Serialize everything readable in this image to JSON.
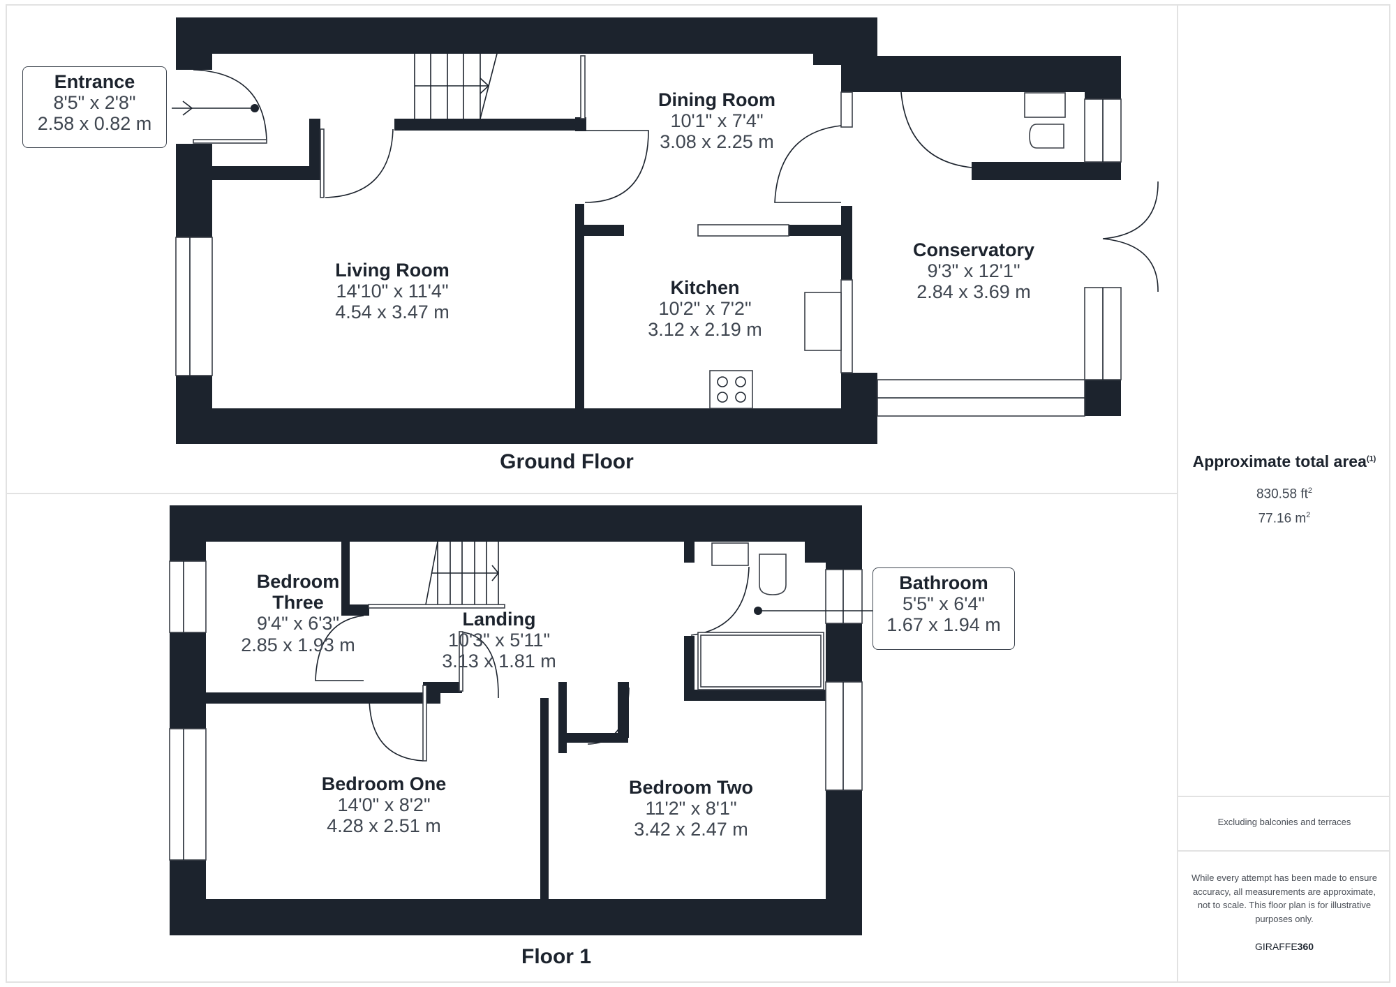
{
  "floors": {
    "ground": {
      "title": "Ground Floor",
      "rooms": {
        "entrance": {
          "name": "Entrance",
          "imperial": "8'5\" x 2'8\"",
          "metric": "2.58 x 0.82 m"
        },
        "living_room": {
          "name": "Living Room",
          "imperial": "14'10\" x 11'4\"",
          "metric": "4.54 x 3.47 m"
        },
        "dining_room": {
          "name": "Dining Room",
          "imperial": "10'1\" x 7'4\"",
          "metric": "3.08 x 2.25 m"
        },
        "kitchen": {
          "name": "Kitchen",
          "imperial": "10'2\" x 7'2\"",
          "metric": "3.12 x 2.19 m"
        },
        "conservatory": {
          "name": "Conservatory",
          "imperial": "9'3\" x 12'1\"",
          "metric": "2.84 x 3.69 m"
        }
      }
    },
    "first": {
      "title": "Floor 1",
      "rooms": {
        "bedroom_three": {
          "name_line1": "Bedroom",
          "name_line2": "Three",
          "imperial": "9'4\" x 6'3\"",
          "metric": "2.85 x 1.93 m"
        },
        "landing": {
          "name": "Landing",
          "imperial": "10'3\" x 5'11\"",
          "metric": "3.13 x 1.81 m"
        },
        "bathroom": {
          "name": "Bathroom",
          "imperial": "5'5\" x 6'4\"",
          "metric": "1.67 x 1.94 m"
        },
        "bedroom_one": {
          "name": "Bedroom One",
          "imperial": "14'0\" x 8'2\"",
          "metric": "4.28 x 2.51 m"
        },
        "bedroom_two": {
          "name": "Bedroom Two",
          "imperial": "11'2\" x 8'1\"",
          "metric": "3.42 x 2.47 m"
        }
      }
    }
  },
  "sidebar": {
    "area_title": "Approximate total area",
    "area_footnote": "(1)",
    "area_ft": "830.58 ft",
    "area_m": "77.16 m",
    "area_unit_exp": "2",
    "excluding_note": "Excluding balconies and terraces",
    "disclaimer": "While every attempt has been made to ensure accuracy, all measurements are approximate, not to scale. This floor plan is for illustrative purposes only.",
    "brand_light": "GIRAFFE",
    "brand_bold": "360"
  },
  "colors": {
    "wall": "#1c232d",
    "text_dim": "#3f4650",
    "divider": "#e2e2e2"
  }
}
